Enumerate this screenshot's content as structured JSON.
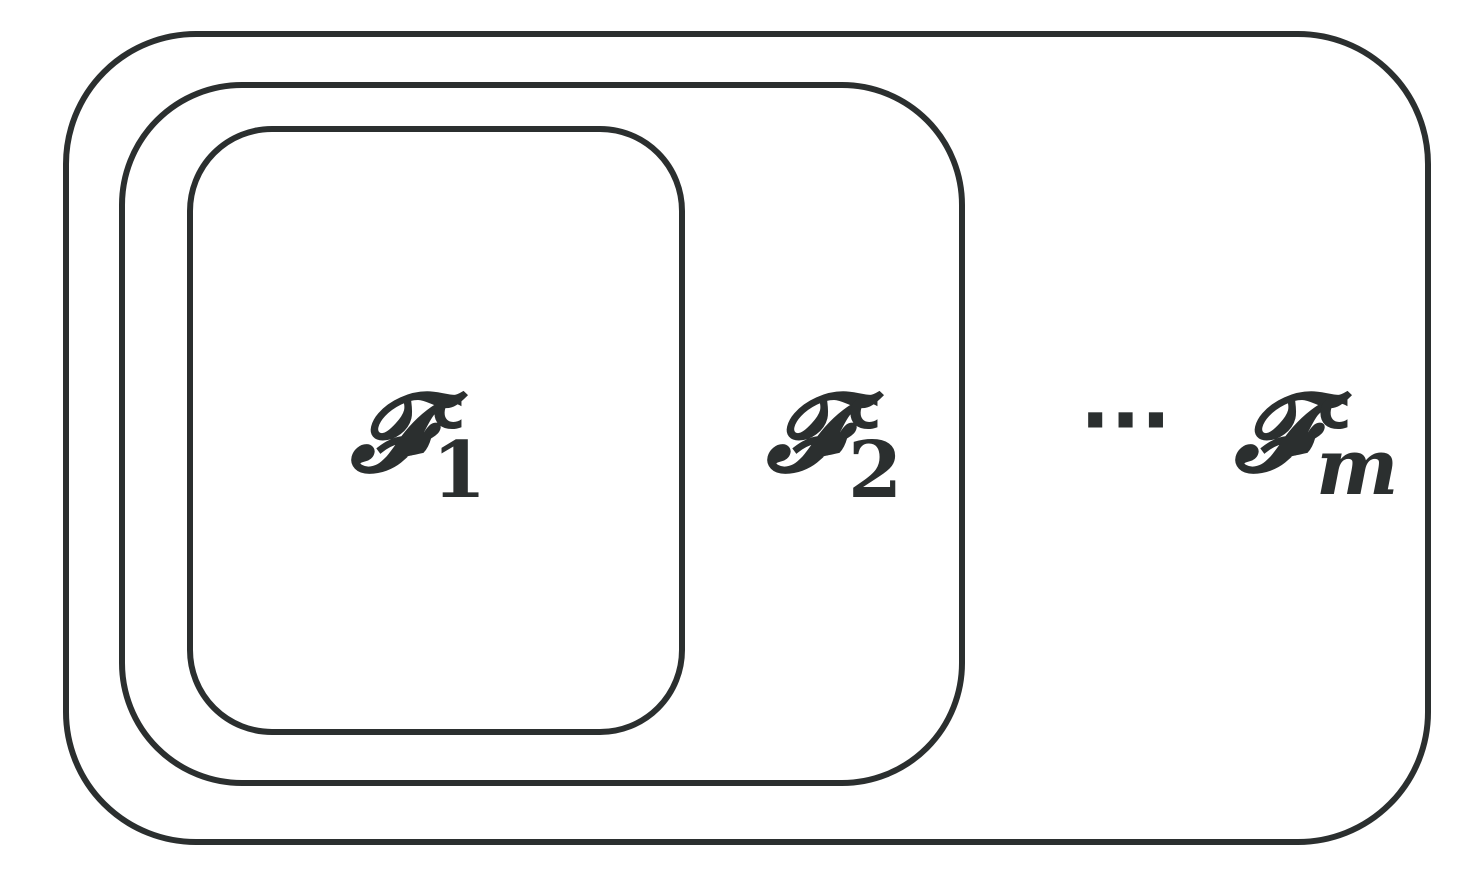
{
  "sets": [
    {
      "id": "outer",
      "symbol": "𝓕",
      "superscript": "c",
      "subscript": "m"
    },
    {
      "id": "middle",
      "symbol": "𝓕",
      "superscript": "c",
      "subscript": "2"
    },
    {
      "id": "inner",
      "symbol": "𝓕",
      "superscript": "c",
      "subscript": "1"
    }
  ],
  "ellipsis": "···",
  "colors": {
    "stroke": "#2b2f2f",
    "text": "#2b2f2f",
    "background": "#ffffff"
  }
}
